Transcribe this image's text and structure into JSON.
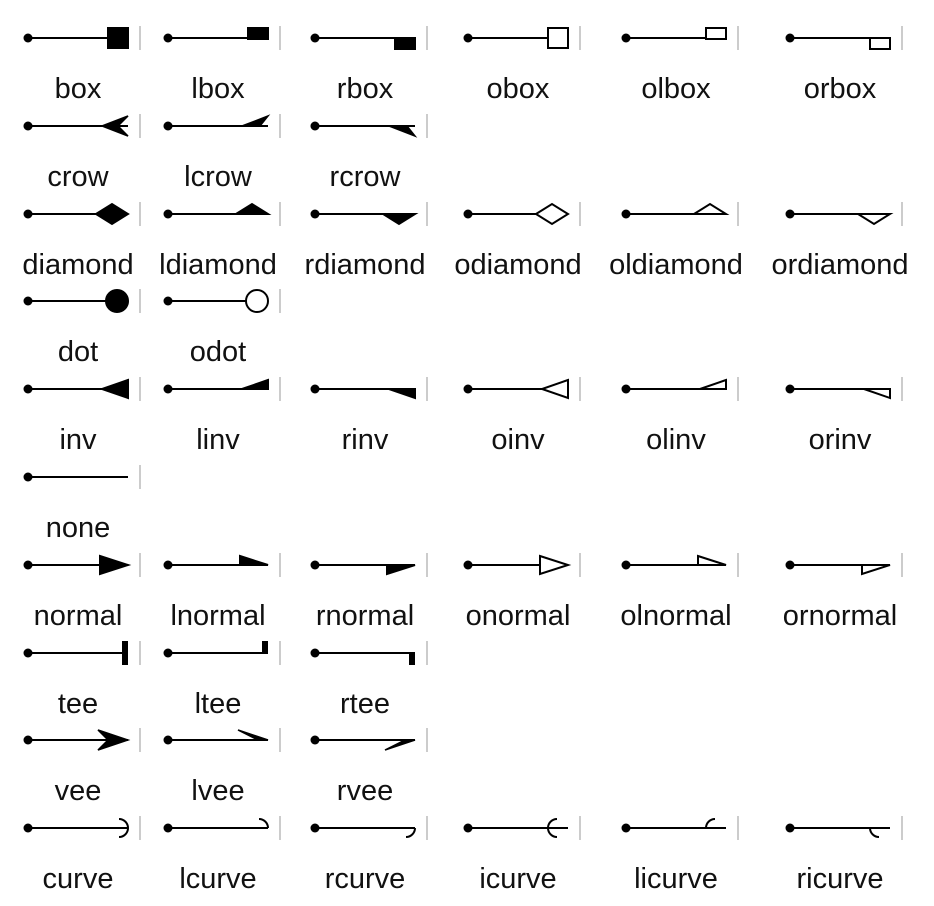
{
  "rows": [
    [
      "box",
      "lbox",
      "rbox",
      "obox",
      "olbox",
      "orbox"
    ],
    [
      "crow",
      "lcrow",
      "rcrow"
    ],
    [
      "diamond",
      "ldiamond",
      "rdiamond",
      "odiamond",
      "oldiamond",
      "ordiamond"
    ],
    [
      "dot",
      "odot"
    ],
    [
      "inv",
      "linv",
      "rinv",
      "oinv",
      "olinv",
      "orinv"
    ],
    [
      "none"
    ],
    [
      "normal",
      "lnormal",
      "rnormal",
      "onormal",
      "olnormal",
      "ornormal"
    ],
    [
      "tee",
      "ltee",
      "rtee"
    ],
    [
      "vee",
      "lvee",
      "rvee"
    ],
    [
      "curve",
      "lcurve",
      "rcurve",
      "icurve",
      "licurve",
      "ricurve"
    ]
  ],
  "colors": {
    "edge": "#000000",
    "separator": "#bbbbbb",
    "fill_open": "#ffffff"
  }
}
